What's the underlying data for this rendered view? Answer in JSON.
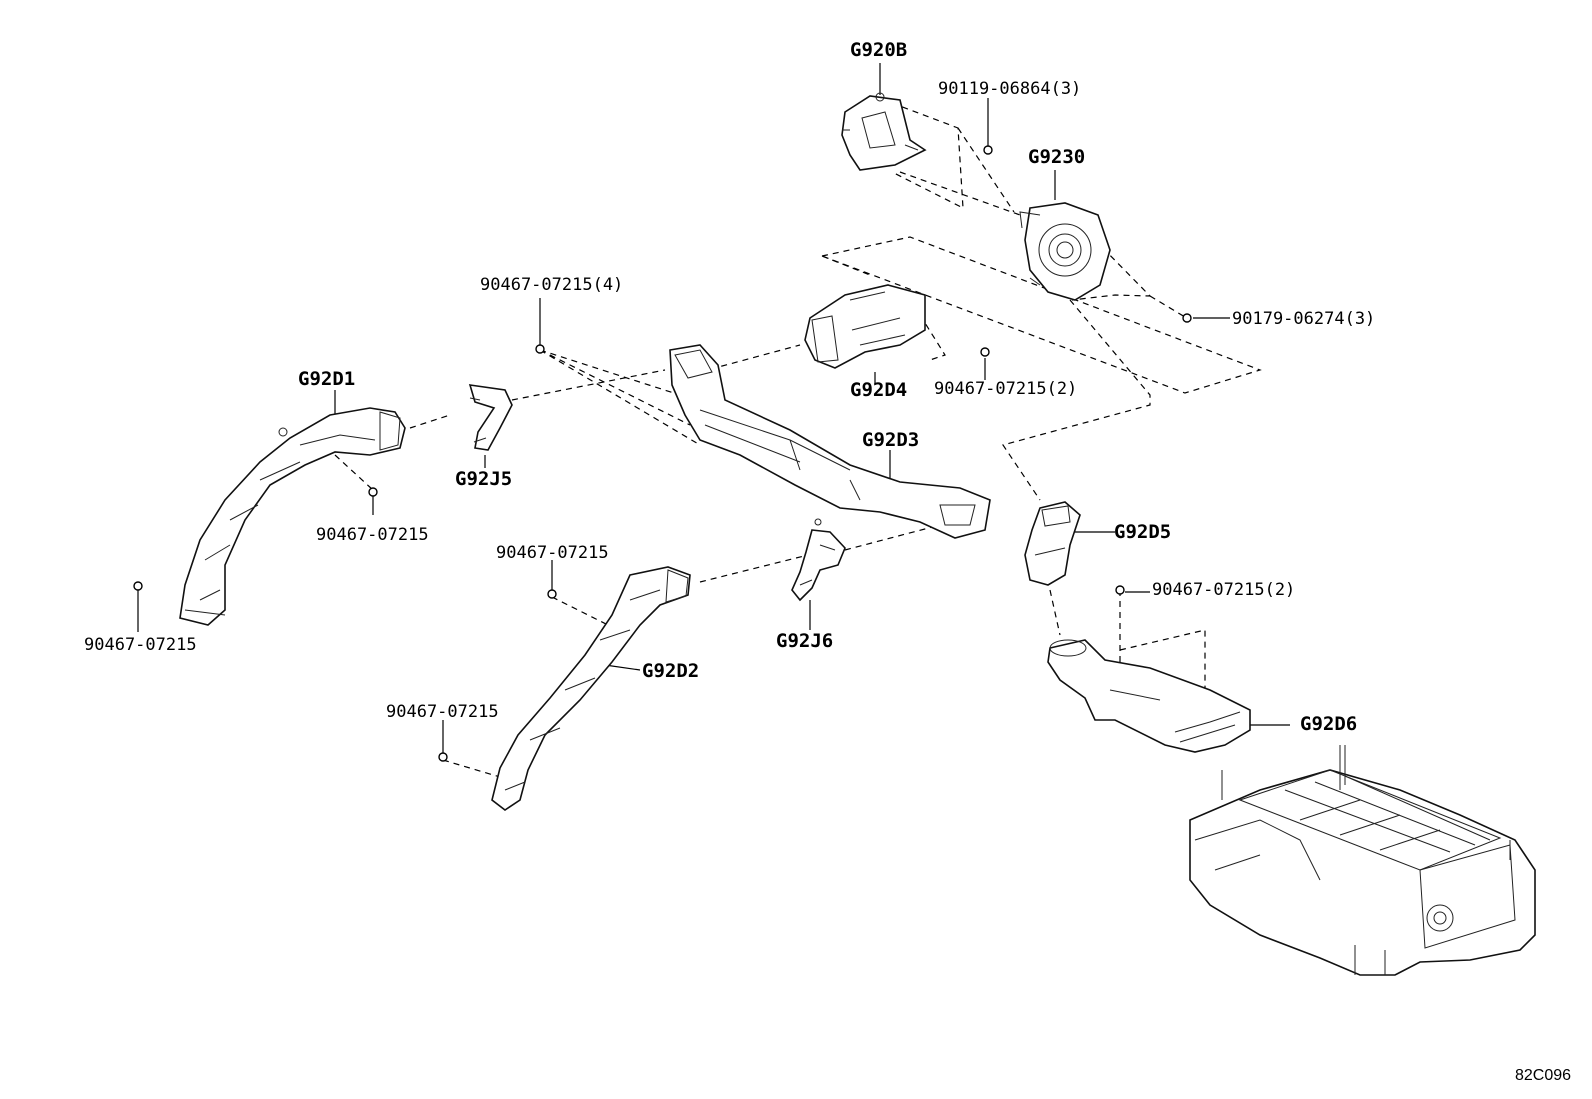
{
  "diagram_id": "82C096",
  "parts": {
    "g920b": "G920B",
    "g9230": "G9230",
    "g92d1": "G92D1",
    "g92d2": "G92D2",
    "g92d3": "G92D3",
    "g92d4": "G92D4",
    "g92d5": "G92D5",
    "g92d6": "G92D6",
    "g92j5": "G92J5",
    "g92j6": "G92J6"
  },
  "fasteners": {
    "f1": "90119-06864(3)",
    "f2": "90179-06274(3)",
    "f3": "90467-07215(4)",
    "f4": "90467-07215(2)",
    "f5": "90467-07215",
    "f6": "90467-07215",
    "f7": "90467-07215",
    "f8": "90467-07215",
    "f9": "90467-07215(2)"
  }
}
